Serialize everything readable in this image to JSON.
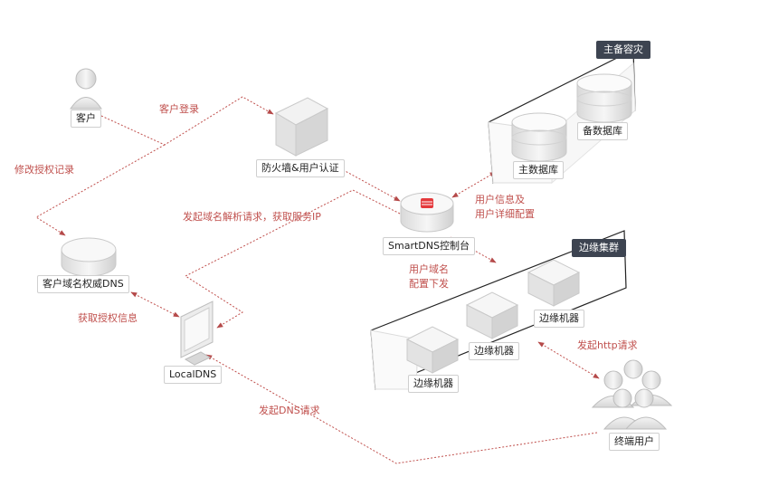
{
  "colors": {
    "accent": "#c0504d",
    "tag_bg": "#3d4451",
    "node_gray": "#e6e6e6"
  },
  "nodes": {
    "customer": "客户",
    "firewall": "防火墙&用户认证",
    "smartdns": "SmartDNS控制台",
    "customer_dns": "客户域名权威DNS",
    "localdns": "LocalDNS",
    "master_db": "主数据库",
    "backup_db": "备数据库",
    "edge1": "边缘机器",
    "edge2": "边缘机器",
    "edge3": "边缘机器",
    "end_users": "终端用户"
  },
  "groups": {
    "disaster_recovery": "主备容灾",
    "edge_cluster": "边缘集群"
  },
  "edges": {
    "customer_login": "客户登录",
    "modify_auth": "修改授权记录",
    "resolve_request": "发起域名解析请求，获取服务IP",
    "get_auth": "获取授权信息",
    "user_info": [
      "用户信息及",
      "用户详细配置"
    ],
    "domain_config": [
      "用户域名",
      "配置下发"
    ],
    "http_request": "发起http请求",
    "dns_request": "发起DNS请求"
  },
  "icons": {
    "customer": "person-icon",
    "firewall": "firewall-icon",
    "smartdns": "database-icon",
    "localdns": "monitor-icon",
    "end_users": "group-icon"
  }
}
